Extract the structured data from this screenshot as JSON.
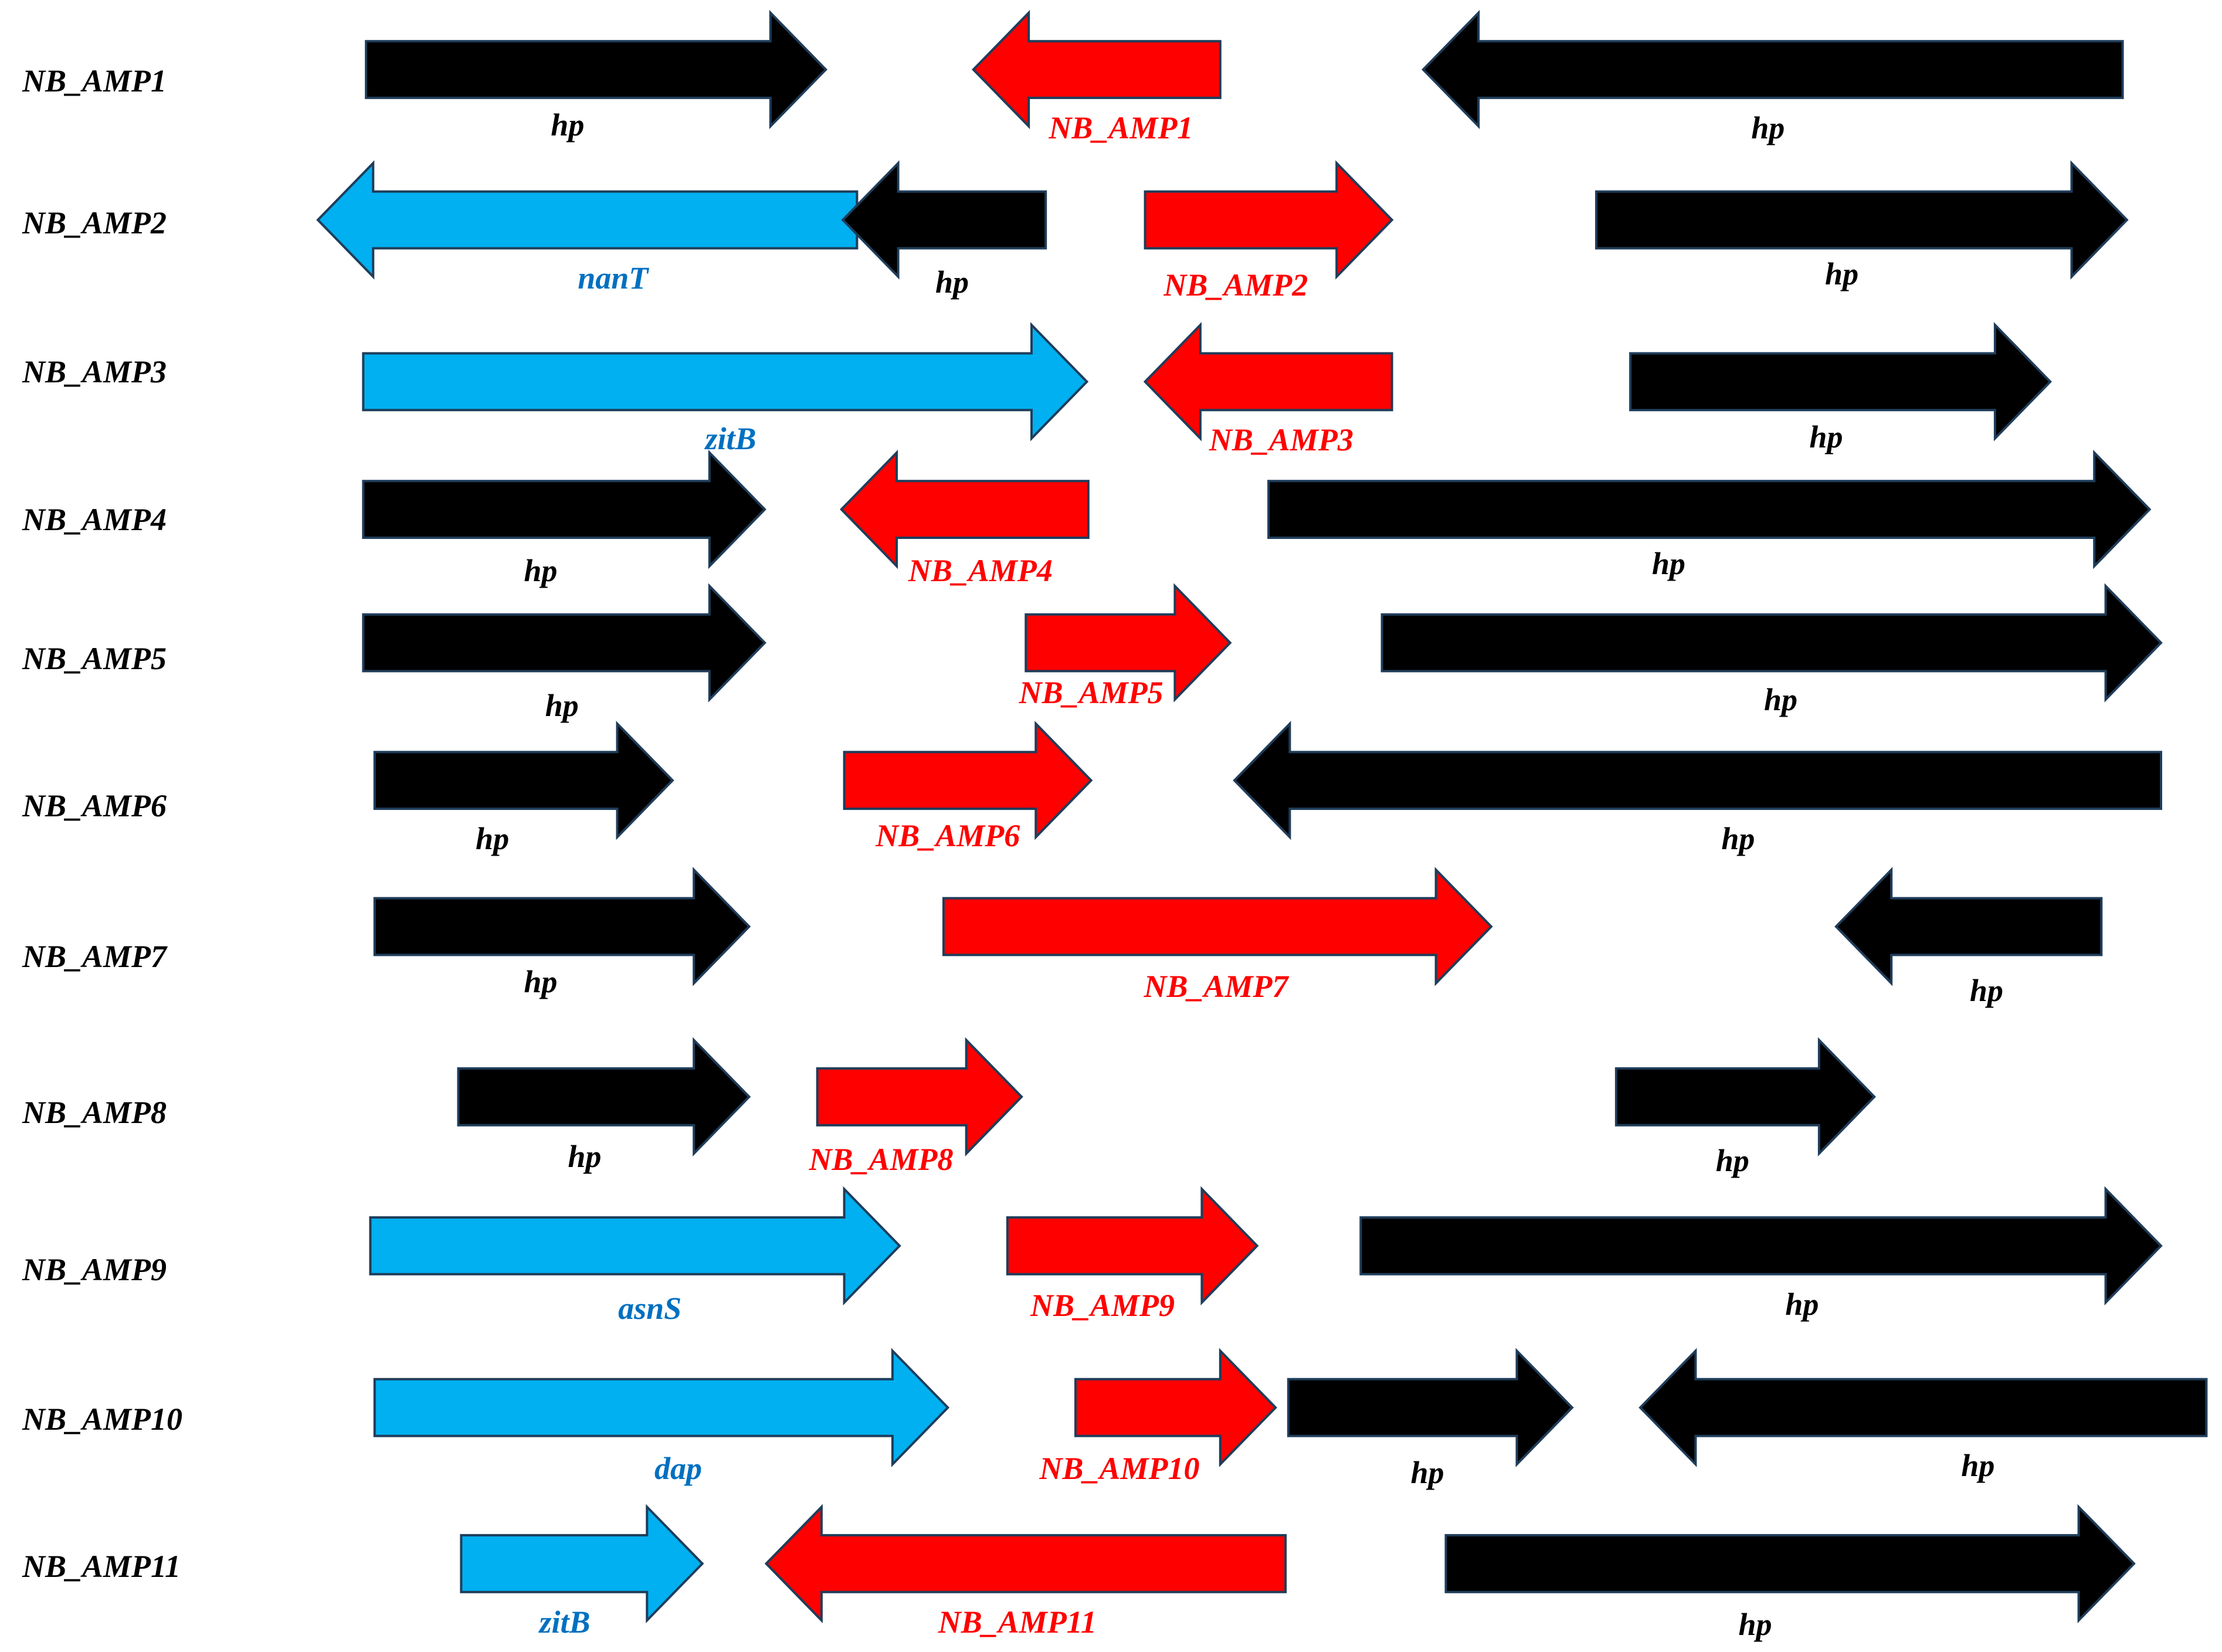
{
  "colors": {
    "amp": "#ff0000",
    "hp": "#000000",
    "named": "#00b0f0",
    "named_text": "#0070c0",
    "outline": "#1f3d5a"
  },
  "rows": [
    {
      "label": "NB_AMP1",
      "genes": [
        {
          "name": "hp",
          "kind": "hp",
          "strand": "+"
        },
        {
          "name": "NB_AMP1",
          "kind": "amp",
          "strand": "-"
        },
        {
          "name": "hp",
          "kind": "hp",
          "strand": "-"
        }
      ]
    },
    {
      "label": "NB_AMP2",
      "genes": [
        {
          "name": "nanT",
          "kind": "named",
          "strand": "-"
        },
        {
          "name": "hp",
          "kind": "hp",
          "strand": "-"
        },
        {
          "name": "NB_AMP2",
          "kind": "amp",
          "strand": "+"
        },
        {
          "name": "hp",
          "kind": "hp",
          "strand": "+"
        }
      ]
    },
    {
      "label": "NB_AMP3",
      "genes": [
        {
          "name": "zitB",
          "kind": "named",
          "strand": "+"
        },
        {
          "name": "NB_AMP3",
          "kind": "amp",
          "strand": "-"
        },
        {
          "name": "hp",
          "kind": "hp",
          "strand": "+"
        }
      ]
    },
    {
      "label": "NB_AMP4",
      "genes": [
        {
          "name": "hp",
          "kind": "hp",
          "strand": "+"
        },
        {
          "name": "NB_AMP4",
          "kind": "amp",
          "strand": "-"
        },
        {
          "name": "hp",
          "kind": "hp",
          "strand": "+"
        }
      ]
    },
    {
      "label": "NB_AMP5",
      "genes": [
        {
          "name": "hp",
          "kind": "hp",
          "strand": "+"
        },
        {
          "name": "NB_AMP5",
          "kind": "amp",
          "strand": "+"
        },
        {
          "name": "hp",
          "kind": "hp",
          "strand": "+"
        }
      ]
    },
    {
      "label": "NB_AMP6",
      "genes": [
        {
          "name": "hp",
          "kind": "hp",
          "strand": "+"
        },
        {
          "name": "NB_AMP6",
          "kind": "amp",
          "strand": "+"
        },
        {
          "name": "hp",
          "kind": "hp",
          "strand": "-"
        }
      ]
    },
    {
      "label": "NB_AMP7",
      "genes": [
        {
          "name": "hp",
          "kind": "hp",
          "strand": "+"
        },
        {
          "name": "NB_AMP7",
          "kind": "amp",
          "strand": "+"
        },
        {
          "name": "hp",
          "kind": "hp",
          "strand": "-"
        }
      ]
    },
    {
      "label": "NB_AMP8",
      "genes": [
        {
          "name": "hp",
          "kind": "hp",
          "strand": "+"
        },
        {
          "name": "NB_AMP8",
          "kind": "amp",
          "strand": "+"
        },
        {
          "name": "hp",
          "kind": "hp",
          "strand": "+"
        }
      ]
    },
    {
      "label": "NB_AMP9",
      "genes": [
        {
          "name": "asnS",
          "kind": "named",
          "strand": "+"
        },
        {
          "name": "NB_AMP9",
          "kind": "amp",
          "strand": "+"
        },
        {
          "name": "hp",
          "kind": "hp",
          "strand": "+"
        }
      ]
    },
    {
      "label": "NB_AMP10",
      "genes": [
        {
          "name": "dap",
          "kind": "named",
          "strand": "+"
        },
        {
          "name": "NB_AMP10",
          "kind": "amp",
          "strand": "+"
        },
        {
          "name": "hp",
          "kind": "hp",
          "strand": "+"
        },
        {
          "name": "hp",
          "kind": "hp",
          "strand": "-"
        }
      ]
    },
    {
      "label": "NB_AMP11",
      "genes": [
        {
          "name": "zitB",
          "kind": "named",
          "strand": "+"
        },
        {
          "name": "NB_AMP11",
          "kind": "amp",
          "strand": "-"
        },
        {
          "name": "hp",
          "kind": "hp",
          "strand": "+"
        }
      ]
    }
  ]
}
